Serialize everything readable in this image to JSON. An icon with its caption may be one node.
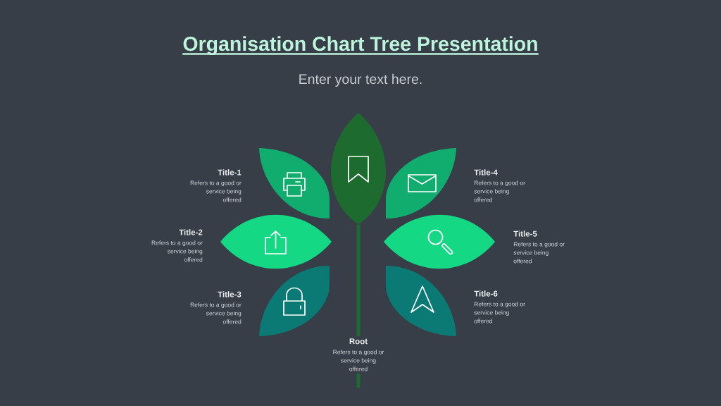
{
  "diagram": {
    "title": "Organisation Chart Tree Presentation",
    "nodes": [
      {
        "text": [],
        "shape": "leaf"
      },
      {
        "text": [],
        "shape": "leaf",
        "beside": [
          "Title-1",
          "Refers to a good or service being offered"
        ]
      },
      {
        "text": [],
        "shape": "leaf",
        "beside": [
          "Title-2",
          "Refers to a good or service being offered"
        ]
      },
      {
        "text": [],
        "shape": "leaf",
        "beside": [
          "Title-3",
          "Refers to a good or service being offered"
        ]
      },
      {
        "text": [],
        "shape": "leaf",
        "beside": [
          "Title-4",
          "Refers to a good or service being offered"
        ]
      },
      {
        "text": [],
        "shape": "leaf",
        "beside": [
          "Title-5",
          "Refers to a good or service being offered"
        ]
      },
      {
        "text": [],
        "shape": "leaf",
        "beside": [
          "Title-6",
          "Refers to a good or service being offered"
        ]
      },
      {
        "text": [
          "Root",
          "Refers to a good or service being offered"
        ]
      }
    ],
    "edges": [
      {
        "from": 0,
        "to": 7,
        "arrow": "none"
      },
      {
        "from": 7,
        "to": null,
        "arrow": "none"
      }
    ],
    "labels": [
      "Enter your text here."
    ]
  }
}
